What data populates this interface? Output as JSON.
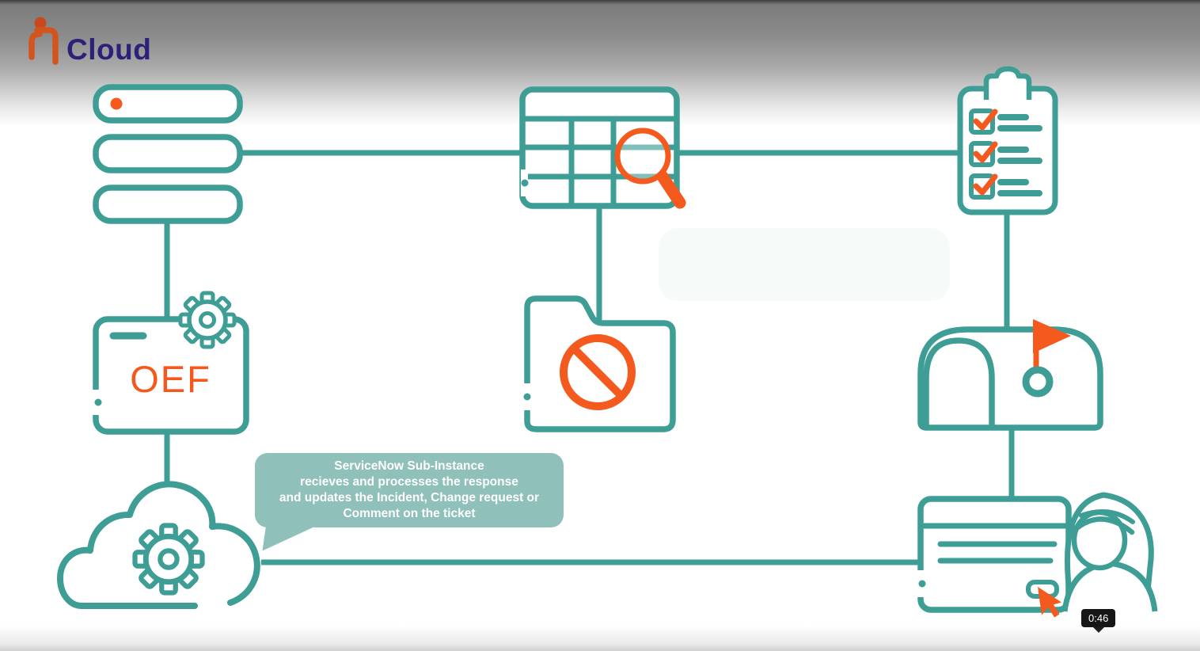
{
  "logo": {
    "brand_suffix": "Cloud",
    "mark": "iT person glyph",
    "colors": {
      "mark_orange": "#d2541e",
      "dot_orange": "#c64a1f",
      "text_navy": "#2b2178"
    }
  },
  "diagram": {
    "colors": {
      "teal": "#3e9d95",
      "orange": "#f4591d",
      "bubble_bg": "#8fc0ba",
      "bubble_text": "#ffffff"
    },
    "nodes": [
      {
        "id": "server-stack",
        "desc": "three stacked server bars with orange indicator dot"
      },
      {
        "id": "data-table-search",
        "desc": "data table with orange magnifying glass"
      },
      {
        "id": "checklist-clipboard",
        "desc": "clipboard with three orange-checked items"
      },
      {
        "id": "oef-box",
        "label": "OEF",
        "desc": "window with gear"
      },
      {
        "id": "blocked-folder",
        "desc": "folder with orange prohibition sign"
      },
      {
        "id": "mailbox-flag",
        "desc": "mailbox with raised orange flag"
      },
      {
        "id": "cloud-automation",
        "desc": "cloud with gear"
      },
      {
        "id": "form-user",
        "desc": "form card with submit button, orange cursor and female user"
      }
    ],
    "oef_label": "OEF",
    "callout": {
      "text": "ServiceNow Sub-Instance\nrecieves and processes the response\nand updates the Incident, Change request or\nComment on the ticket"
    },
    "fading_callout": {
      "visible": true,
      "text_readable": false
    }
  },
  "player": {
    "timestamp_tooltip": "0:46"
  }
}
